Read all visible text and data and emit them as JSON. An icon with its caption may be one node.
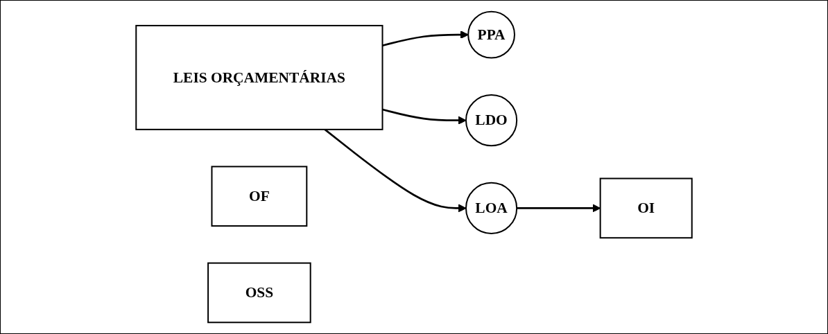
{
  "diagram": {
    "nodes": [
      {
        "text": [
          "LEIS ORÇAMENTÁRIAS"
        ]
      },
      {
        "text": [
          "PPA"
        ]
      },
      {
        "text": [
          "LDO"
        ]
      },
      {
        "text": [
          "LOA"
        ]
      },
      {
        "text": [
          "OF"
        ]
      },
      {
        "text": [
          "OI"
        ]
      },
      {
        "text": [
          "OSS"
        ]
      }
    ],
    "edges": [
      {
        "from": 0,
        "to": 1,
        "arrow": "to"
      },
      {
        "from": 0,
        "to": 2,
        "arrow": "to"
      },
      {
        "from": 0,
        "to": 3,
        "arrow": "to"
      },
      {
        "from": 3,
        "to": 5,
        "arrow": "to"
      }
    ]
  }
}
